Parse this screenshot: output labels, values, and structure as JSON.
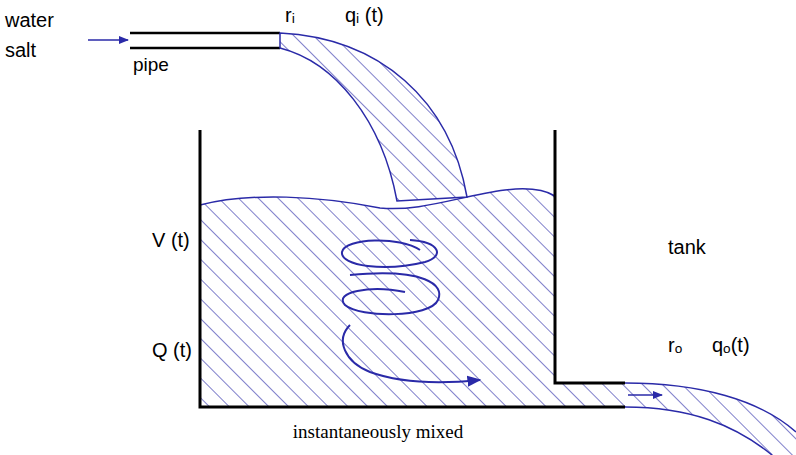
{
  "diagram": {
    "labels": [
      "water",
      "salt",
      "pipe",
      "rᵢ",
      "qᵢ (t)",
      "V (t)",
      "Q (t)",
      "tank",
      "rₒ",
      "qₒ(t)",
      "instantaneously mixed"
    ]
  }
}
